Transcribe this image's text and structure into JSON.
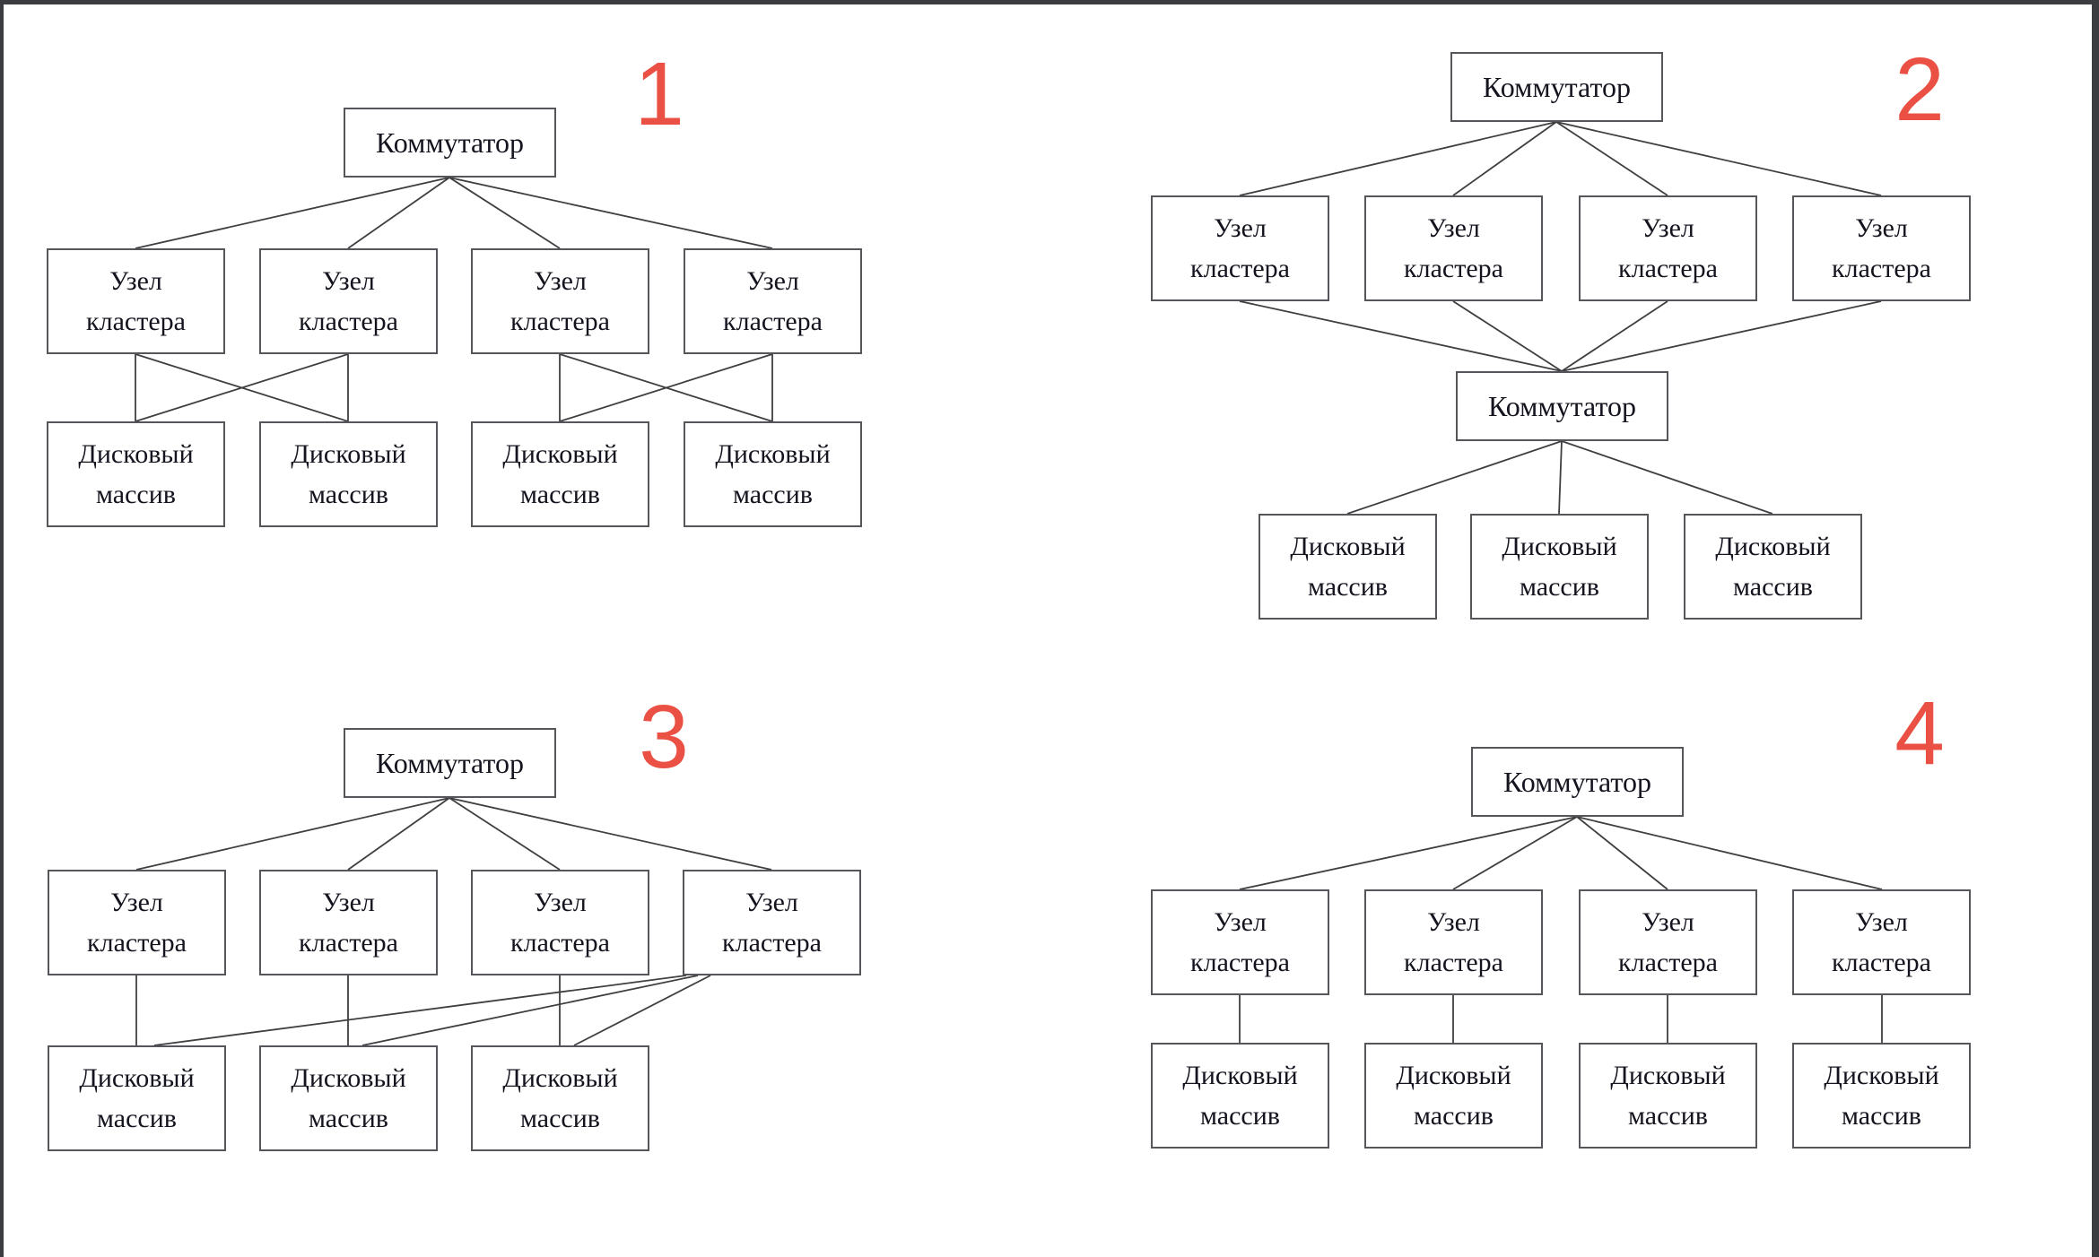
{
  "colors": {
    "background": "#ffffff",
    "frame": "#3b3c40",
    "box_border": "#54565a",
    "line": "#3f3f3f",
    "text": "#14141f",
    "number_red": "#ea5144"
  },
  "labels": {
    "switch": "Коммутатор",
    "cluster_node": "Узел кластера",
    "disk_array": "Дисковый массив"
  },
  "diagrams": [
    {
      "number": "1",
      "switch_count": 1,
      "cluster_node_count": 4,
      "disk_array_count": 4,
      "topology": "Switch connects to 4 cluster nodes; node pairs (1,2) and (3,4) are cross-connected (X pattern) to disk array pairs (1,2) and (3,4)"
    },
    {
      "number": "2",
      "switch_count": 2,
      "cluster_node_count": 4,
      "disk_array_count": 3,
      "topology": "Top switch connects to 4 cluster nodes; all 4 nodes connect to a second switch; second switch connects to 3 disk arrays"
    },
    {
      "number": "3",
      "switch_count": 1,
      "cluster_node_count": 4,
      "disk_array_count": 3,
      "topology": "Switch connects to 4 cluster nodes; nodes 1-3 connect vertically to their own disk arrays; node 4 fans out to all 3 disk arrays"
    },
    {
      "number": "4",
      "switch_count": 1,
      "cluster_node_count": 4,
      "disk_array_count": 4,
      "topology": "Switch connects to 4 cluster nodes; each node connects vertically to its own disk array"
    }
  ]
}
